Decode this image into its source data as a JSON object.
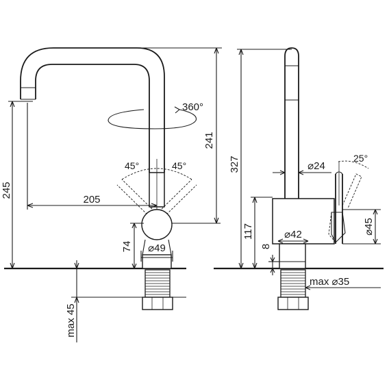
{
  "front_view": {
    "height_total": "245",
    "spout_reach": "205",
    "spout_height": "241",
    "rotation": "360°",
    "lever_angle_left": "45°",
    "lever_angle_right": "45°",
    "body_height": "74",
    "body_diameter": "⌀49",
    "max_counter_thickness": "max 45"
  },
  "side_view": {
    "height_total": "327",
    "pipe_diameter": "⌀24",
    "lever_angle": "25°",
    "body_height": "117",
    "body_diameter": "⌀42",
    "lever_diameter": "⌀45",
    "base_height": "8",
    "max_hole": "max ⌀35"
  },
  "colors": {
    "line": "#1a1a1a",
    "background": "#ffffff"
  }
}
